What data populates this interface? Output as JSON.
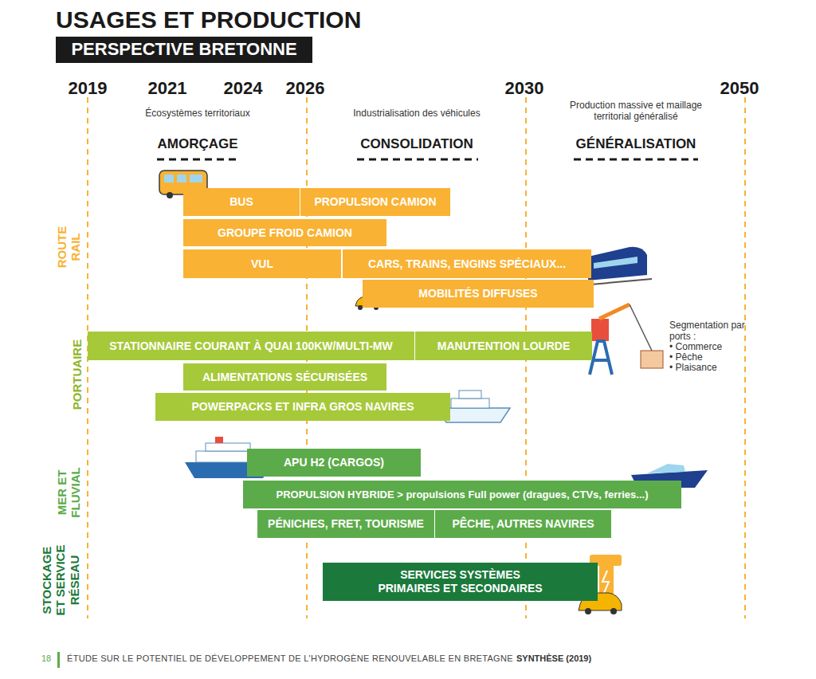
{
  "diagram": {
    "title": "USAGES ET PRODUCTION",
    "caption": "ÉTUDE SUR LE POTENTIEL DE DÉVELOPPEMENT DE L'HYDROGÈNE RENOUVELABLE EN BRETAGNE",
    "nodes": [
      {
        "text": [
          "PERSPECTIVE BRETONNE"
        ]
      },
      {
        "text": [
          "BUS"
        ]
      },
      {
        "text": [
          "PROPULSION CAMION"
        ]
      },
      {
        "text": [
          "GROUPE FROID CAMION"
        ]
      },
      {
        "text": [
          "VUL"
        ]
      },
      {
        "text": [
          "CARS, TRAINS, ENGINS SPÉCIAUX..."
        ]
      },
      {
        "text": [
          "MOBILITÉS DIFFUSES"
        ]
      },
      {
        "text": [
          "STATIONNAIRE COURANT À QUAI 100KW/MULTI-MW"
        ]
      },
      {
        "text": [
          "MANUTENTION LOURDE"
        ]
      },
      {
        "text": [
          "ALIMENTATIONS SÉCURISÉES"
        ]
      },
      {
        "text": [
          "POWERPACKS ET INFRA GROS NAVIRES"
        ]
      },
      {
        "text": [
          "APU H2 (CARGOS)"
        ]
      },
      {
        "text": [
          "PROPULSION HYBRIDE > propulsions Full power (dragues, CTVs, ferries...)"
        ]
      },
      {
        "text": [
          "PÉNICHES, FRET, TOURISME"
        ]
      },
      {
        "text": [
          "PÊCHE, AUTRES NAVIRES"
        ]
      },
      {
        "text": [
          "SERVICES SYSTÈMES PRIMAIRES ET SECONDAIRES"
        ]
      }
    ],
    "labels": [
      "2019",
      "2021",
      "2024",
      "2026",
      "2030",
      "2050",
      "Écosystèmes territoriaux",
      "Industrialisation des véhicules",
      "Production massive et maillage territorial généralisé",
      "AMORÇAGE",
      "CONSOLIDATION",
      "GÉNÉRALISATION",
      "ROUTE RAIL",
      "PORTUAIRE",
      "MER ET FLUVIAL",
      "STOCKAGE ET SERVICE RÉSEAU",
      "Segmentation par ports :",
      "• Commerce",
      "• Pêche",
      "• Plaisance",
      "18",
      "SYNTHÈSE (2019)"
    ]
  }
}
